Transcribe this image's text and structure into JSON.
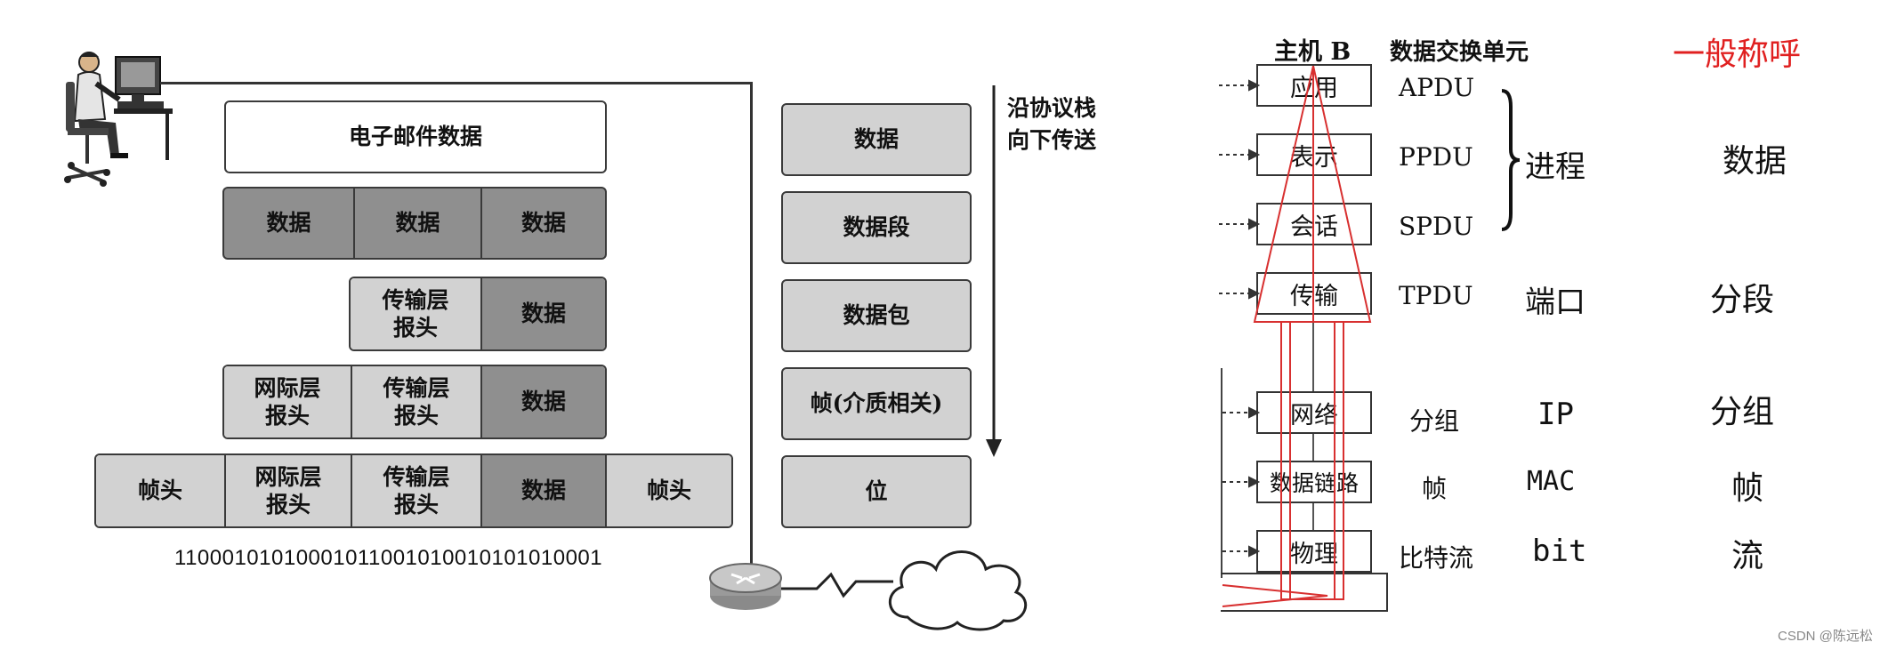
{
  "left_diagram": {
    "top_row": "电子邮件数据",
    "row2": [
      "数据",
      "数据",
      "数据"
    ],
    "row3": [
      "传输层\n报头",
      "数据"
    ],
    "row4": [
      "网际层\n报头",
      "传输层\n报头",
      "数据"
    ],
    "row5": [
      "帧头",
      "网际层\n报头",
      "传输层\n报头",
      "数据",
      "帧头"
    ],
    "bitstream": "11000101010001011001010010101010001",
    "pdu_boxes": [
      "数据",
      "数据段",
      "数据包",
      "帧(介质相关)",
      "位"
    ],
    "arrow_label": [
      "沿协议栈",
      "向下传送"
    ]
  },
  "right_diagram": {
    "headers": {
      "host": "主机 B",
      "unit": "数据交换单元",
      "common": "一般称呼"
    },
    "layers": [
      {
        "name": "应用",
        "unit": "APDU",
        "term": "",
        "common": ""
      },
      {
        "name": "表示",
        "unit": "PPDU",
        "term": "",
        "common": ""
      },
      {
        "name": "会话",
        "unit": "SPDU",
        "term": "",
        "common": ""
      },
      {
        "name": "传输",
        "unit": "TPDU",
        "term": "端口",
        "common": "分段"
      },
      {
        "name": "网络",
        "unit": "分组",
        "term": "IP",
        "common": "分组"
      },
      {
        "name": "数据链路",
        "unit": "帧",
        "term": "MAC",
        "common": "帧"
      },
      {
        "name": "物理",
        "unit": "比特流",
        "term": "bit",
        "common": "流"
      }
    ],
    "bracket_label": "进程",
    "bracket_common": "数据",
    "header_color": "#e02020",
    "cone_color": "#d83030"
  },
  "watermark": "CSDN @陈远松"
}
